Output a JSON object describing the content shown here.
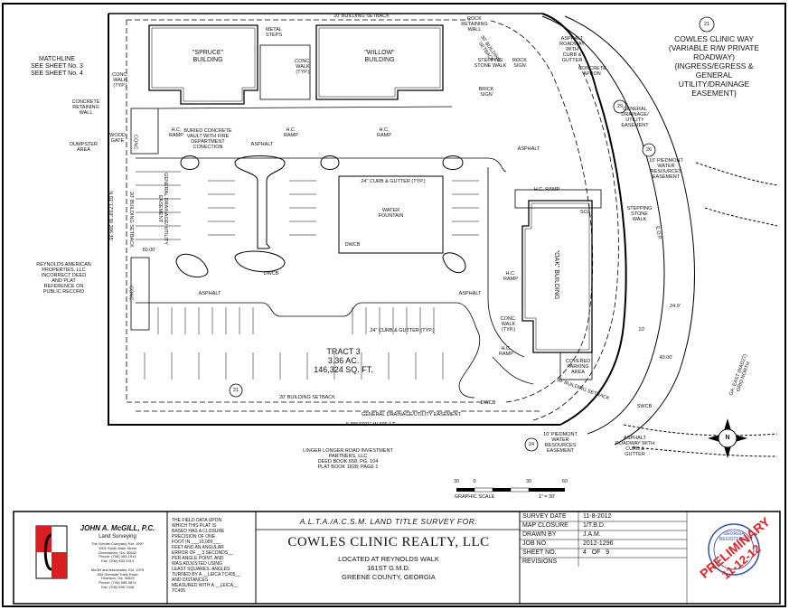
{
  "sheet": {
    "matchline": "MATCHLINE\nSEE SHEET No. 3\nSEE SHEET No. 4",
    "clinic_way": "COWLES CLINIC WAY\n(VARIABLE R/W PRIVATE\nROADWAY)\n{INGRESS/EGRESS &\nGENERAL\nUTILITY/DRAINAGE\nEASEMENT}",
    "reynolds": "REYNOLDS AMERICAN\nPROPERTIES, LLC\nINCORRECT DEED\nAND PLAT\nREFERENCE ON\nPUBLIC RECORD",
    "linger": "LINGER LONGER ROAD INVESTMENT\nPARTNERS, LLC\nDEED BOOK 658, PG. 104\nPLAT BOOK 1828; PAGE 1",
    "tract_name": "TRACT 3",
    "tract_ac": "3.36 AC.",
    "tract_sqft": "146,324 SQ. FT.",
    "spruce": "\"SPRUCE\"\nBUILDING",
    "willow": "\"WILLOW\"\nBUILDING",
    "oak": "\"OAK\" BUILDING",
    "fountain": "WATER\nFOUNTAIN",
    "bearing_bottom": "S 88°42'01\" W  396.17'",
    "bearing_left": "N 01°17'59\" W  396.35'",
    "setback_top": "20' BUILDING SETBACK",
    "setback_bottom": "20' BUILDING SETBACK",
    "setback_left": "20' BUILDING SETBACK",
    "setback_right": "30' BUILDING SETBACK",
    "drainage_bottom": "GENERAL DRAINAGE/UTILITY EASEMENT",
    "drainage_left": "GENERAL DRAINAGE/ UTILITY EASEMENT",
    "curb_top": "24\" CURB & GUTTER (TYP.)",
    "curb_bottom": "24\" CURB & GUTTER (TYP.)",
    "asphalt": "ASPHALT",
    "north_letter": "N",
    "dim_50": "50.00'",
    "dim_24": "24.9'",
    "dim_40": "40.00'",
    "dim_10": "10'",
    "grid_north": "GA. EAST (NAD27)\nGRID NORTH",
    "scale_ticks": [
      "30",
      "0",
      "30",
      "60"
    ],
    "scale_label": "GRAPHIC SCALE",
    "scale_ratio": "1\" = 30'",
    "tag_21": "21",
    "tag_24": "24",
    "tag_26": "26",
    "tag_29": "29",
    "callouts": {
      "metal_steps": "METAL\nSTEPS",
      "conc_walk_typ": "CONC.\nWALK\n(TYP.)",
      "conc_walk_typ2": "CONC.\nWALK\n(TYP.)",
      "concrete_wall": "CONCRETE\nRETAINING\nWALL",
      "wood_gate": "WOOD\nGATE",
      "dumpster": "DUMPSTER\nAREA",
      "buried_vault": "BURIED CONCRETE\nVAULT WITH FIRE\nDEPARTMENT\nCONECTION",
      "hc_ramp1": "H.C.\nRAMP",
      "hc_ramp2": "H.C.\nRAMP",
      "hc_ramp3": "H.C.\nRAMP",
      "hc_ramp4": "H.C. RAMP",
      "hc_ramp5": "H.C.\nRAMP",
      "hc_ramp6": "H.C.\nRAMP",
      "rock_wall": "ROCK\nRETAINING\nWALL",
      "stepping_stone": "STEPPING\nSTONE WALK",
      "stepping_stone2": "STEPPING\nSTONE\nWALK",
      "rock_sign": "ROCK\nSIGN",
      "brick_sign": "BRICK\nSIGN",
      "asphalt_roadway": "ASPHALT\nROADWAY\nWITH\nCURB &\nGUTTER",
      "asphalt_roadway2": "ASPHALT\nROADWAY WITH\nCURB &\nGUTTER",
      "concrete_apron": "CONCRETE\nAPRON",
      "gen_drainage": "GENERAL\nDRAINAGE/\nUTILITY\nEASEMENT",
      "piedmont": "10' PIEDMONT\nWATER\nRESOURCES\nEASEMENT",
      "piedmont2": "10' PIEDMONT\nWATER\nRESOURCES\nEASEMENT",
      "covered_parking": "COVERED\nPARKING\nAREA",
      "conc_walk_typ3": "CONC.\nWALK\n(TYP.)",
      "conc": "CONC.",
      "conc2": "CONC.",
      "dwcb": "DWCB",
      "dwcb2": "DWCB",
      "dwcb3": "DWCB",
      "swcb": "SWCB",
      "so3": "SO3",
      "setback_30": "30' BUILDING SETBACK",
      "eop": "E.O.P."
    }
  },
  "title_block": {
    "company": "JOHN A. McGILL, P.C.",
    "company_sub": "Land Surveying",
    "company_info": "The Gomes Company, Est. 1997\n1001 South Main Street\nGreensboro, Ga. 30642\nPhone: (706) 453-1914\nFax: (706) 453-1914\n\nMcGill and Associates, Est. 1975\n854 Glenside Trails Road\nThomson, Ga. 30824\nPhone: (706) 595-3874\nFax: (706) 595-7446",
    "closure_text": "THE FIELD DATA UPON\nWHICH THIS PLAT IS\nBASED HAS A CLOSURE\nPRECISION OF ONE\nFOOT IN ___10,009___\nFEET AND AN ANGULAR\nERROR OF __3 SECONDS__\nPER ANGLE POINT, AND\nWAS ADJUSTED USING\nLEAST SQUARES. ANGLES\nTURNED BY A __LEICA TC405__\nAND DISTANCES\nMEASURED WITH A __LEICA__\nTC405",
    "survey_title": "A.L.T.A./A.C.S.M. LAND TITLE SURVEY FOR:",
    "client": "COWLES CLINIC REALTY, LLC",
    "location1": "LOCATED AT REYNOLDS WALK",
    "location2": "161ST G.M.D.",
    "location3": "GREENE COUNTY, GEORGIA",
    "rows": [
      {
        "label": "SURVEY DATE",
        "value": "11-8-2012"
      },
      {
        "label": "MAP CLOSURE",
        "value": "1/T.B.D."
      },
      {
        "label": "DRAWN BY",
        "value": "J.A.M."
      },
      {
        "label": "JOB NO.",
        "value": "2012-1296"
      },
      {
        "label": "SHEET NO.",
        "value": "4   OF   9"
      },
      {
        "label": "REVISIONS",
        "value": ""
      }
    ],
    "stamp_text": "PRELIMINARY",
    "stamp_date": "11-12-12",
    "seal_text": "GEORGIA\nREGISTERED"
  }
}
